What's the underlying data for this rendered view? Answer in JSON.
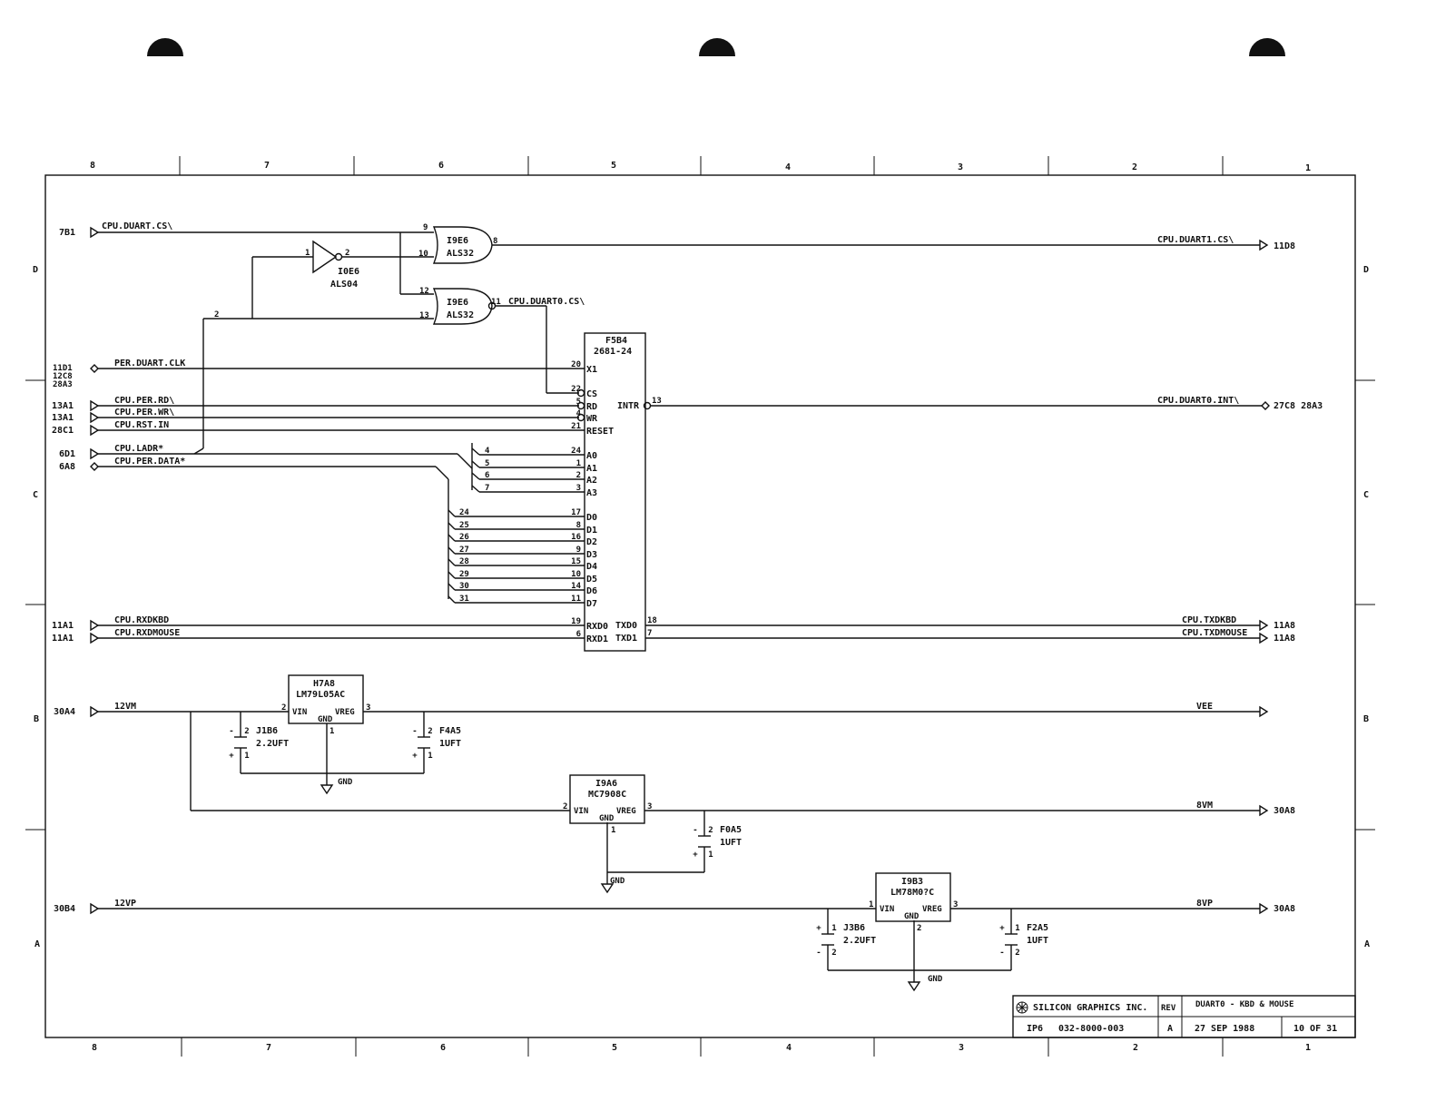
{
  "border": {
    "top_zones": [
      "8",
      "7",
      "6",
      "5",
      "4",
      "3",
      "2",
      "1"
    ],
    "bottom_zones": [
      "8",
      "7",
      "6",
      "5",
      "4",
      "3",
      "2",
      "1"
    ],
    "side_rows": [
      "D",
      "C",
      "B",
      "A"
    ]
  },
  "refs": {
    "r7B1": "7B1",
    "r11D1": "11D1",
    "r12C8": "12C8",
    "r28A3": "28A3",
    "r13A1a": "13A1",
    "r13A1b": "13A1",
    "r28C1": "28C1",
    "r6D1": "6D1",
    "r6A8": "6A8",
    "r11A1a": "11A1",
    "r11A1b": "11A1",
    "r30A4": "30A4",
    "r30B4": "30B4",
    "r11D8": "11D8",
    "r27C8": "27C8 28A3",
    "r11A8a": "11A8",
    "r11A8b": "11A8",
    "r30A8a": "30A8",
    "r30A8b": "30A8"
  },
  "signals": {
    "cpu_duart_cs": "CPU.DUART.CS\\",
    "cpu_duart1_cs": "CPU.DUART1.CS\\",
    "cpu_duart0_cs": "CPU.DUART0.CS\\",
    "per_duart_clk": "PER.DUART.CLK",
    "cpu_per_rd": "CPU.PER.RD\\",
    "cpu_per_wr": "CPU.PER.WR\\",
    "cpu_rst_in": "CPU.RST.IN",
    "cpu_ladr": "CPU.LADR*",
    "cpu_per_data": "CPU.PER.DATA*",
    "cpu_duart0_int": "CPU.DUART0.INT\\",
    "cpu_rxdkbd": "CPU.RXDKBD",
    "cpu_rxdmouse": "CPU.RXDMOUSE",
    "cpu_txdkbd": "CPU.TXDKBD",
    "cpu_txdmouse": "CPU.TXDMOUSE",
    "v12vm": "12VM",
    "vee": "VEE",
    "v8vm": "8VM",
    "v12vp": "12VP",
    "v8vp": "8VP"
  },
  "gates": {
    "or1": {
      "ref": "I9E6",
      "type": "ALS32",
      "pin_a": "9",
      "pin_b": "10",
      "pin_out": "8"
    },
    "or2": {
      "ref": "I9E6",
      "type": "ALS32",
      "pin_a": "12",
      "pin_b": "13",
      "pin_out": "11"
    },
    "inv": {
      "ref": "I0E6",
      "type": "ALS04",
      "pin_in": "1",
      "pin_out": "2"
    },
    "bus_tap": "2"
  },
  "duart": {
    "ref": "F5B4",
    "part": "2681-24",
    "left_pins": [
      {
        "name": "X1",
        "num": "20"
      },
      {
        "name": "CS",
        "num": "22"
      },
      {
        "name": "RD",
        "num": "5"
      },
      {
        "name": "WR",
        "num": "4"
      },
      {
        "name": "RESET",
        "num": "21"
      },
      {
        "name": "A0",
        "num": "24"
      },
      {
        "name": "A1",
        "num": "1"
      },
      {
        "name": "A2",
        "num": "2"
      },
      {
        "name": "A3",
        "num": "3"
      },
      {
        "name": "D0",
        "num": "17"
      },
      {
        "name": "D1",
        "num": "8"
      },
      {
        "name": "D2",
        "num": "16"
      },
      {
        "name": "D3",
        "num": "9"
      },
      {
        "name": "D4",
        "num": "15"
      },
      {
        "name": "D5",
        "num": "10"
      },
      {
        "name": "D6",
        "num": "14"
      },
      {
        "name": "D7",
        "num": "11"
      },
      {
        "name": "RXD0",
        "num": "19"
      },
      {
        "name": "RXD1",
        "num": "6"
      }
    ],
    "intr": {
      "name": "INTR",
      "num": "13"
    },
    "txd0": {
      "name": "TXD0",
      "num": "18"
    },
    "txd1": {
      "name": "TXD1",
      "num": "7"
    },
    "addr_bits": [
      "4",
      "5",
      "6",
      "7"
    ],
    "data_bits": [
      "24",
      "25",
      "26",
      "27",
      "28",
      "29",
      "30",
      "31"
    ]
  },
  "regulators": {
    "reg1": {
      "ref": "H7A8",
      "part": "LM79L05AC",
      "vin": "VIN",
      "vreg": "VREG",
      "gnd": "GND",
      "pin_in": "2",
      "pin_out": "3",
      "pin_gnd": "1"
    },
    "reg2": {
      "ref": "I9A6",
      "part": "MC7908C",
      "vin": "VIN",
      "vreg": "VREG",
      "gnd": "GND",
      "pin_in": "2",
      "pin_out": "3",
      "pin_gnd": "1"
    },
    "reg3": {
      "ref": "I9B3",
      "part": "LM78M0?C",
      "vin": "VIN",
      "vreg": "VREG",
      "gnd": "GND",
      "pin_in": "1",
      "pin_out": "3",
      "pin_gnd": "2"
    }
  },
  "capacitors": {
    "c1": {
      "ref": "J1B6",
      "value": "2.2UFT"
    },
    "c2": {
      "ref": "F4A5",
      "value": "1UFT"
    },
    "c3": {
      "ref": "F0A5",
      "value": "1UFT"
    },
    "c4": {
      "ref": "J3B6",
      "value": "2.2UFT"
    },
    "c5": {
      "ref": "F2A5",
      "value": "1UFT"
    }
  },
  "ground_label": "GND",
  "title_block": {
    "company": "SILICON GRAPHICS INC.",
    "rev_label": "REV",
    "title": "DUART0 - KBD & MOUSE",
    "project": "IP6",
    "drawing_no": "032-8000-003",
    "rev": "A",
    "date": "27 SEP 1988",
    "sheet": "10 OF 31"
  }
}
